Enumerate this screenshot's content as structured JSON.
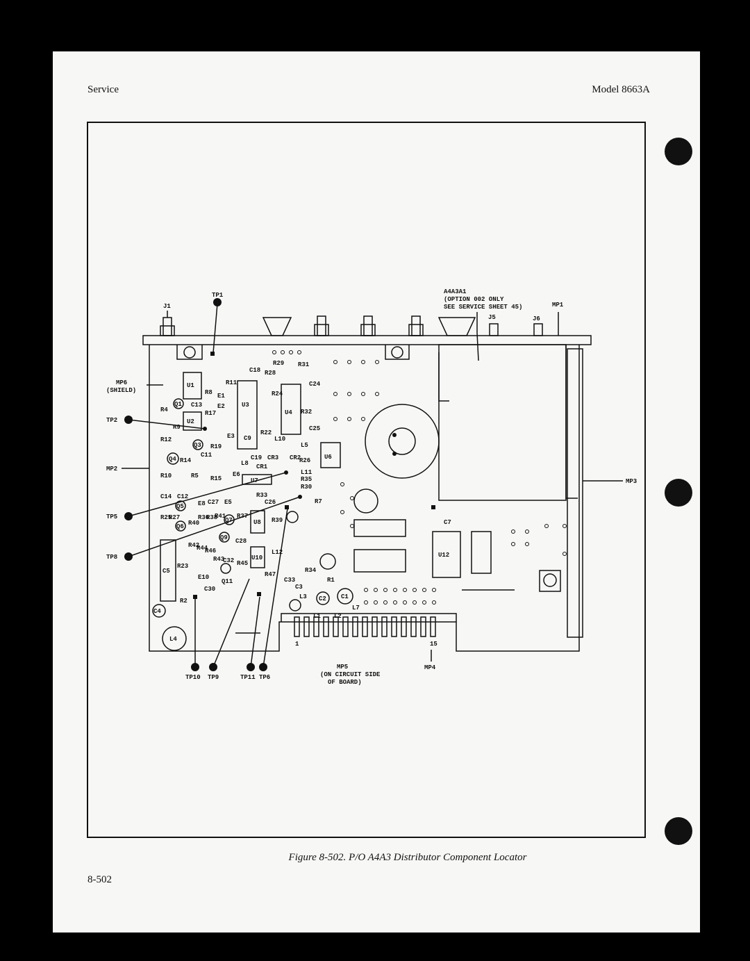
{
  "header": {
    "left": "Service",
    "right": "Model 8663A"
  },
  "figure": {
    "caption": "Figure 8-502. P/O A4A3 Distributor Component Locator"
  },
  "footer": {
    "page_number": "8-502"
  },
  "callouts": {
    "tp1": "TP1",
    "tp2": "TP2",
    "tp5": "TP5",
    "tp8": "TP8",
    "tp10": "TP10",
    "tp9": "TP9",
    "tp11": "TP11",
    "tp6": "TP6",
    "j1": "J1",
    "j5": "J5",
    "j6": "J6",
    "mp1": "MP1",
    "mp2": "MP2",
    "mp3": "MP3",
    "mp4": "MP4",
    "mp6_line1": "MP6",
    "mp6_line2": "(SHIELD)",
    "a4a3a1_line1": "A4A3A1",
    "a4a3a1_line2": "(OPTION 002 ONLY",
    "a4a3a1_line3": "SEE SERVICE SHEET 45)",
    "mp5_line1": "MP5",
    "mp5_line2": "(ON CIRCUIT SIDE",
    "mp5_line3": "OF BOARD)",
    "pin_1": "1",
    "pin_15": "15"
  },
  "components": {
    "u1": "U1",
    "u2": "U2",
    "u3": "U3",
    "u4": "U4",
    "u6": "U6",
    "u7": "U7",
    "u8": "U8",
    "u10": "U10",
    "u12": "U12",
    "c5": "C5",
    "l4": "L4",
    "c4": "C4",
    "c1": "C1",
    "c2": "C2",
    "c3": "C3",
    "c7": "C7",
    "c9": "C9",
    "c11": "C11",
    "c12": "C12",
    "c13": "C13",
    "c14": "C14",
    "c19": "C19",
    "c24": "C24",
    "c25": "C25",
    "c26": "C26",
    "c27": "C27",
    "c28": "C28",
    "c30": "C30",
    "c32": "C32",
    "c33": "C33",
    "q1": "Q1",
    "q3": "Q3",
    "q4": "Q4",
    "q5": "Q5",
    "q6": "Q6",
    "q7": "Q7",
    "q9": "Q9",
    "q11": "Q11",
    "cr1": "CR1",
    "cr2": "CR2",
    "cr3": "CR3",
    "r1": "R1",
    "r7": "R7",
    "r30": "R30",
    "r33": "R33",
    "r35": "R35",
    "e1": "E1",
    "e2": "E2",
    "e3": "E3",
    "e5": "E5",
    "e6": "E6",
    "e8": "E8",
    "e10": "E10",
    "l1": "L1",
    "l2": "L2",
    "l3": "L3",
    "l5": "L5",
    "l7": "L7",
    "l8": "L8",
    "l10": "L10",
    "l11": "L11",
    "l12": "L12",
    "c18": "C18",
    "r2": "R2",
    "r4": "R4",
    "r5": "R5",
    "r8": "R8",
    "r9": "R9",
    "r10": "R10",
    "r11": "R11",
    "r12": "R12",
    "r14": "R14",
    "r15": "R15",
    "r17": "R17",
    "r19": "R19",
    "r22": "R22",
    "r23": "R23",
    "r24": "R24",
    "r25": "R25",
    "r26": "R26",
    "r27": "R27",
    "r28": "R28",
    "r29": "R29",
    "r31": "R31",
    "r32": "R32",
    "r34": "R34",
    "r36": "R36",
    "r37": "R37",
    "r38": "R38",
    "r39": "R39",
    "r40": "R40",
    "r41": "R41",
    "r42": "R42",
    "r43": "R43",
    "r44": "R44",
    "r45": "R45",
    "r46": "R46",
    "r47": "R47"
  },
  "colors": {
    "ink": "#111111",
    "paper": "#f7f7f5",
    "background": "#000000"
  }
}
